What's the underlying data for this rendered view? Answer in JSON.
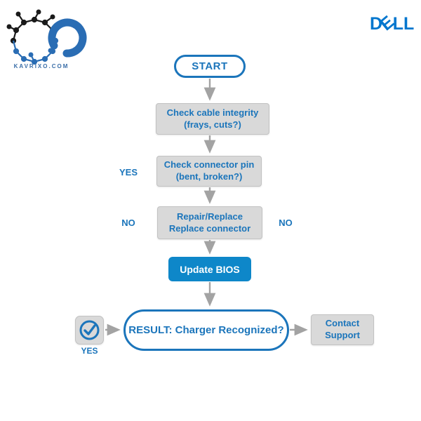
{
  "branding": {
    "kavrixo_site": "KAVRIXO.COM",
    "dell": {
      "d": "D",
      "e": "E",
      "l1": "L",
      "l2": "L"
    }
  },
  "flow": {
    "start": "START",
    "box1": {
      "line1": "Check cable integrity",
      "line2": "(frays, cuts?)"
    },
    "box2": {
      "line1": "Check connector pin",
      "line2": "(bent, broken?)"
    },
    "box3": {
      "line1": "Repair/Replace",
      "line2": "Replace connector"
    },
    "bios": "Update BIOS",
    "result": "RESULT: Charger Recognized?",
    "contact": {
      "line1": "Contact",
      "line2": "Support"
    },
    "labels": {
      "yes_left": "YES",
      "no_left": "NO",
      "no_right": "NO",
      "yes_bottom": "YES"
    }
  },
  "icons": {
    "check_circle": "check-circle-icon",
    "kavrixo_logo": "kavrixo-network-ring-logo",
    "dell_logo": "dell-logo"
  },
  "colors": {
    "dell_blue": "#0076CE",
    "flow_text_blue": "#1b75bb",
    "bios_fill_blue": "#0e87c9",
    "box_gray": "#d9d9d9",
    "arrow_gray": "#a3a3a3",
    "kavrixo_ring_blue": "#2a6db4"
  }
}
